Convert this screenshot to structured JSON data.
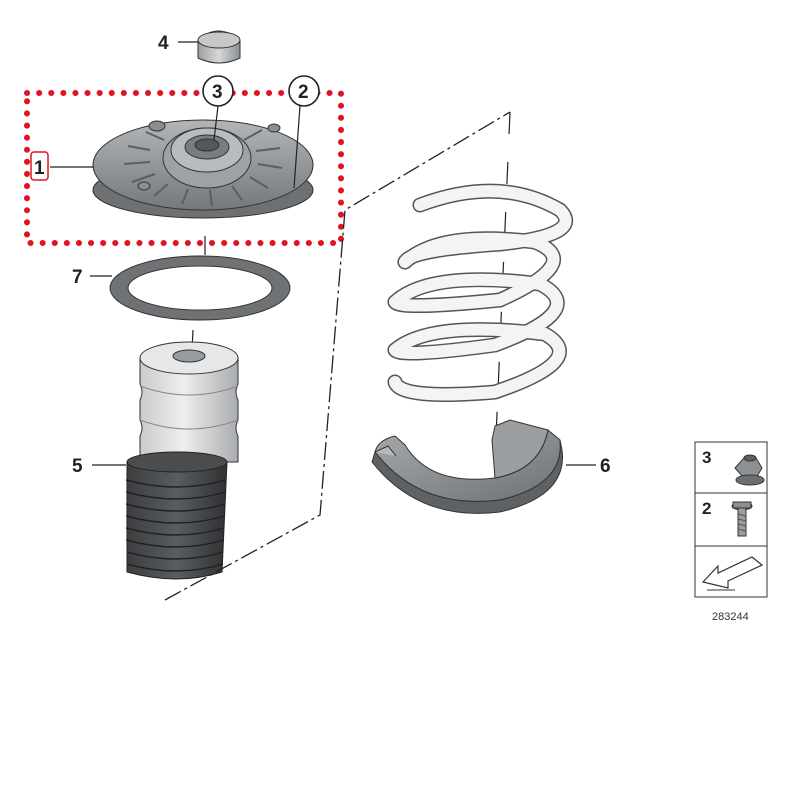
{
  "callouts": {
    "c1": "1",
    "c2": "2",
    "c3": "3",
    "c4": "4",
    "c5": "5",
    "c6": "6",
    "c7": "7"
  },
  "legend": {
    "row1_num": "3",
    "row2_num": "2"
  },
  "drawing_number": "283244",
  "colors": {
    "highlight_dotted_box": "#e0141e",
    "part_gray": "#8a8d90",
    "spring_white": "#f4f4f4",
    "outline": "#222222"
  }
}
